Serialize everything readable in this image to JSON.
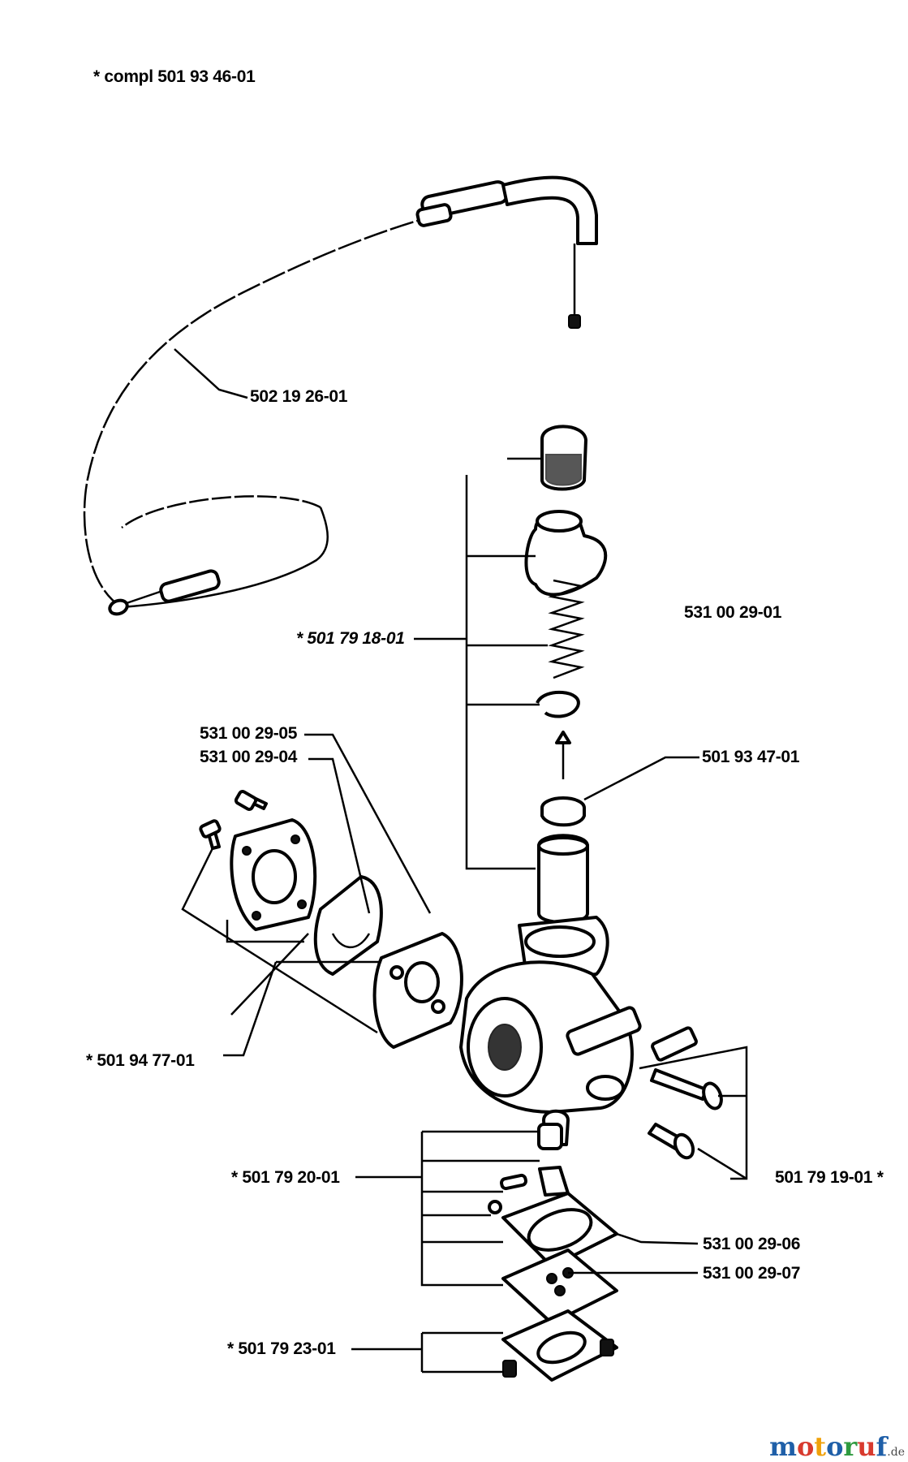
{
  "header_note": "*  compl 501 93 46-01",
  "labels": {
    "cable": "502 19 26-01",
    "carb": "531 00 29-01",
    "pump_set": "*  501 79 18-01",
    "gasket_05": "531 00 29-05",
    "gasket_04": "531 00 29-04",
    "needle": "501 93 47-01",
    "housing_set": "*  501 94 77-01",
    "screws": "501 79 19-01  *",
    "lever_set": "*  501 79 20-01",
    "diaphragm_06": "531 00 29-06",
    "diaphragm_07": "531 00 29-07",
    "cover_set": "*  501 79 23-01"
  },
  "watermark": {
    "main": "motoruf",
    "suffix": ".de"
  },
  "colors": {
    "ink": "#000000",
    "paper": "#ffffff"
  }
}
